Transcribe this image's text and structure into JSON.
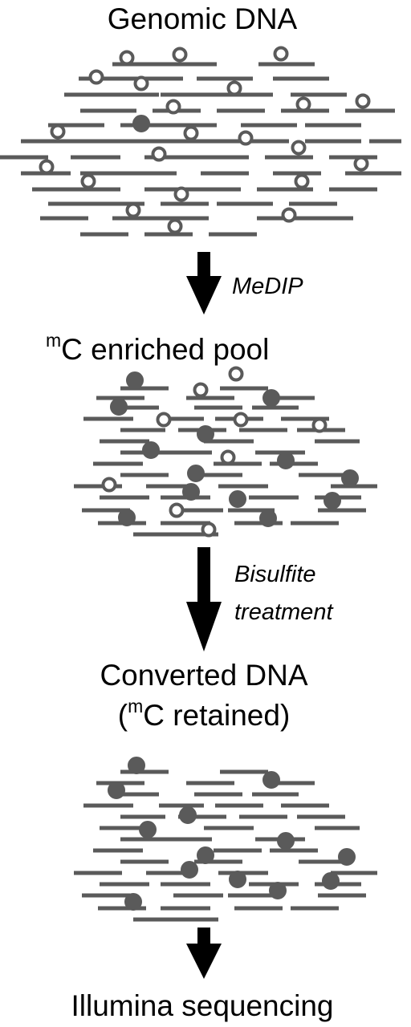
{
  "stages": {
    "genomic": {
      "title": "Genomic DNA"
    },
    "enriched": {
      "sup": "m",
      "title": "C enriched pool"
    },
    "converted": {
      "line1": "Converted DNA",
      "line2_open": "(",
      "line2_sup": "m",
      "line2_rest": "C retained)"
    },
    "sequencing": {
      "title": "Illumina sequencing"
    }
  },
  "steps": {
    "medip": {
      "label": "MeDIP"
    },
    "bisulfite": {
      "line1": "Bisulfite",
      "line2": "treatment"
    }
  },
  "legend_semantics": {
    "open_circle": "unmethylated cytosine",
    "filled_circle": "methylated cytosine"
  },
  "colors": {
    "fragment": "#5a5a5a",
    "arrow": "#000000",
    "text": "#000000"
  }
}
